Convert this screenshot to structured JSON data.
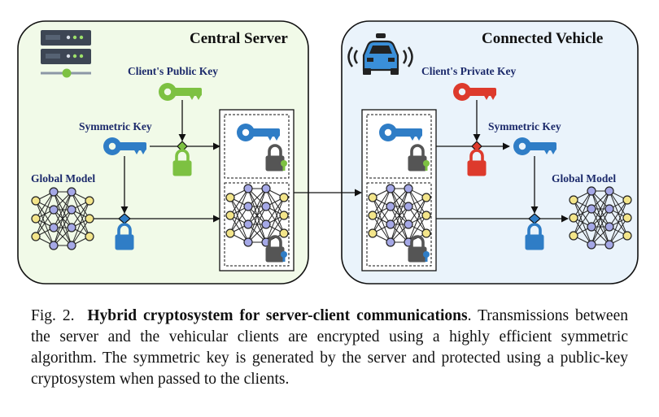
{
  "diagram": {
    "server": {
      "title": "Central Server",
      "public_key_label": "Client's Public Key",
      "symmetric_key_label": "Symmetric Key",
      "global_model_label": "Global Model",
      "colors": {
        "panel_fill": "#f1fae8",
        "public_key": "#7dc142",
        "padlock": "#7dc142",
        "symmetric_key": "#2f7dc6"
      }
    },
    "vehicle": {
      "title": "Connected Vehicle",
      "private_key_label": "Client's Private Key",
      "symmetric_key_label": "Symmetric Key",
      "global_model_label": "Global Model",
      "colors": {
        "panel_fill": "#eaf3fb",
        "private_key": "#dd3a2c",
        "padlock": "#dd3a2c",
        "symmetric_key": "#2f7dc6"
      }
    },
    "icons": [
      "server-icon",
      "car-icon",
      "key-icon",
      "padlock-icon",
      "neural-network-icon",
      "diamond-junction-icon"
    ],
    "node_colors": {
      "input": "#f3e58a",
      "hidden": "#a5a8e6",
      "output": "#f3e58a"
    }
  },
  "caption": {
    "label": "Fig. 2.",
    "title": "Hybrid cryptosystem for server-client communications",
    "body": ". Transmissions between the server and the vehicular clients are encrypted using a highly efficient symmetric algorithm. The symmetric key is generated by the server and protected using a public-key cryptosystem when passed to the clients."
  }
}
